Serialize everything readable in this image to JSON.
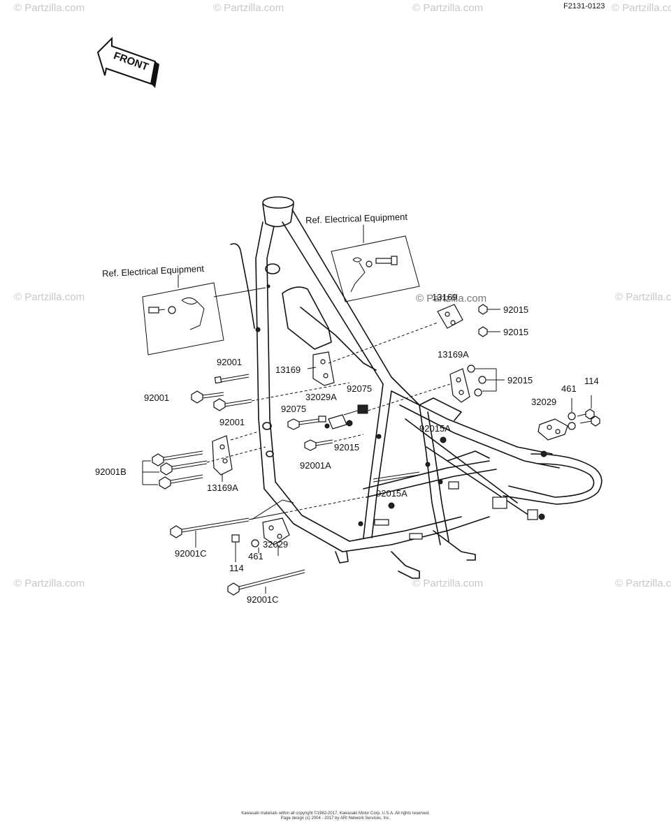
{
  "diagram_code": "F2131-0123",
  "front_label": "FRONT",
  "ref_labels": [
    "Ref. Electrical Equipment",
    "Ref. Electrical Equipment"
  ],
  "watermark": "© Partzilla.com",
  "part_labels": {
    "p92001_a": "92001",
    "p92001_b": "92001",
    "p92001_c": "92001",
    "p92001B": "92001B",
    "p13169A_left": "13169A",
    "p13169_mid": "13169",
    "p32029A": "32029A",
    "p92075_a": "92075",
    "p92075_b": "92075",
    "p92015_mid": "92015",
    "p92001A": "92001A",
    "p13169_right": "13169",
    "p92015_r1": "92015",
    "p92015_r2": "92015",
    "p13169A_right": "13169A",
    "p92015_r3": "92015",
    "p461_right": "461",
    "p114_right": "114",
    "p32029_right": "32029",
    "p92015A_a": "92015A",
    "p92015A_b": "92015A",
    "p92001C_a": "92001C",
    "p92001C_b": "92001C",
    "p114_low": "114",
    "p461_low": "461",
    "p32029_low": "32029"
  },
  "footer": [
    "Kawasaki materials within all copyright ©1982-2017, Kawasaki Motor Corp. U.S.A. All rights reserved.",
    "Page design (c) 2004 - 2017 by ARI Network Services, Inc."
  ]
}
